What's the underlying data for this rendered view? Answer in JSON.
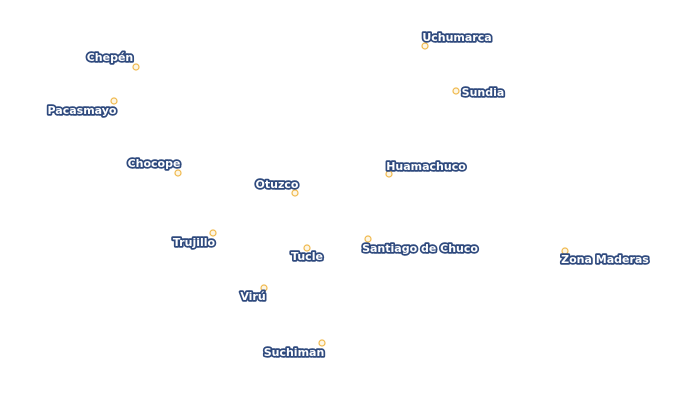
{
  "map": {
    "colors": {
      "background": "#ffffff",
      "marker_fill": "#fdf6e4",
      "marker_stroke": "#f0b94e",
      "label_fill": "#ffffff",
      "label_halo": "#2f4a7e"
    },
    "places": [
      {
        "id": "chepen",
        "name": "Chepén"
      },
      {
        "id": "pacasmayo",
        "name": "Pacasmayo"
      },
      {
        "id": "chocope",
        "name": "Chocope"
      },
      {
        "id": "otuzco",
        "name": "Otuzco"
      },
      {
        "id": "trujillo",
        "name": "Trujillo"
      },
      {
        "id": "tucle",
        "name": "Tucle"
      },
      {
        "id": "viru",
        "name": "Virú"
      },
      {
        "id": "suchiman",
        "name": "Suchiman"
      },
      {
        "id": "uchumarca",
        "name": "Uchumarca"
      },
      {
        "id": "sundia",
        "name": "Sundia"
      },
      {
        "id": "huamachuco",
        "name": "Huamachuco"
      },
      {
        "id": "santiago-de-chuco",
        "name": "Santiago de Chuco"
      },
      {
        "id": "zona-maderas",
        "name": "Zona Maderas"
      }
    ]
  }
}
